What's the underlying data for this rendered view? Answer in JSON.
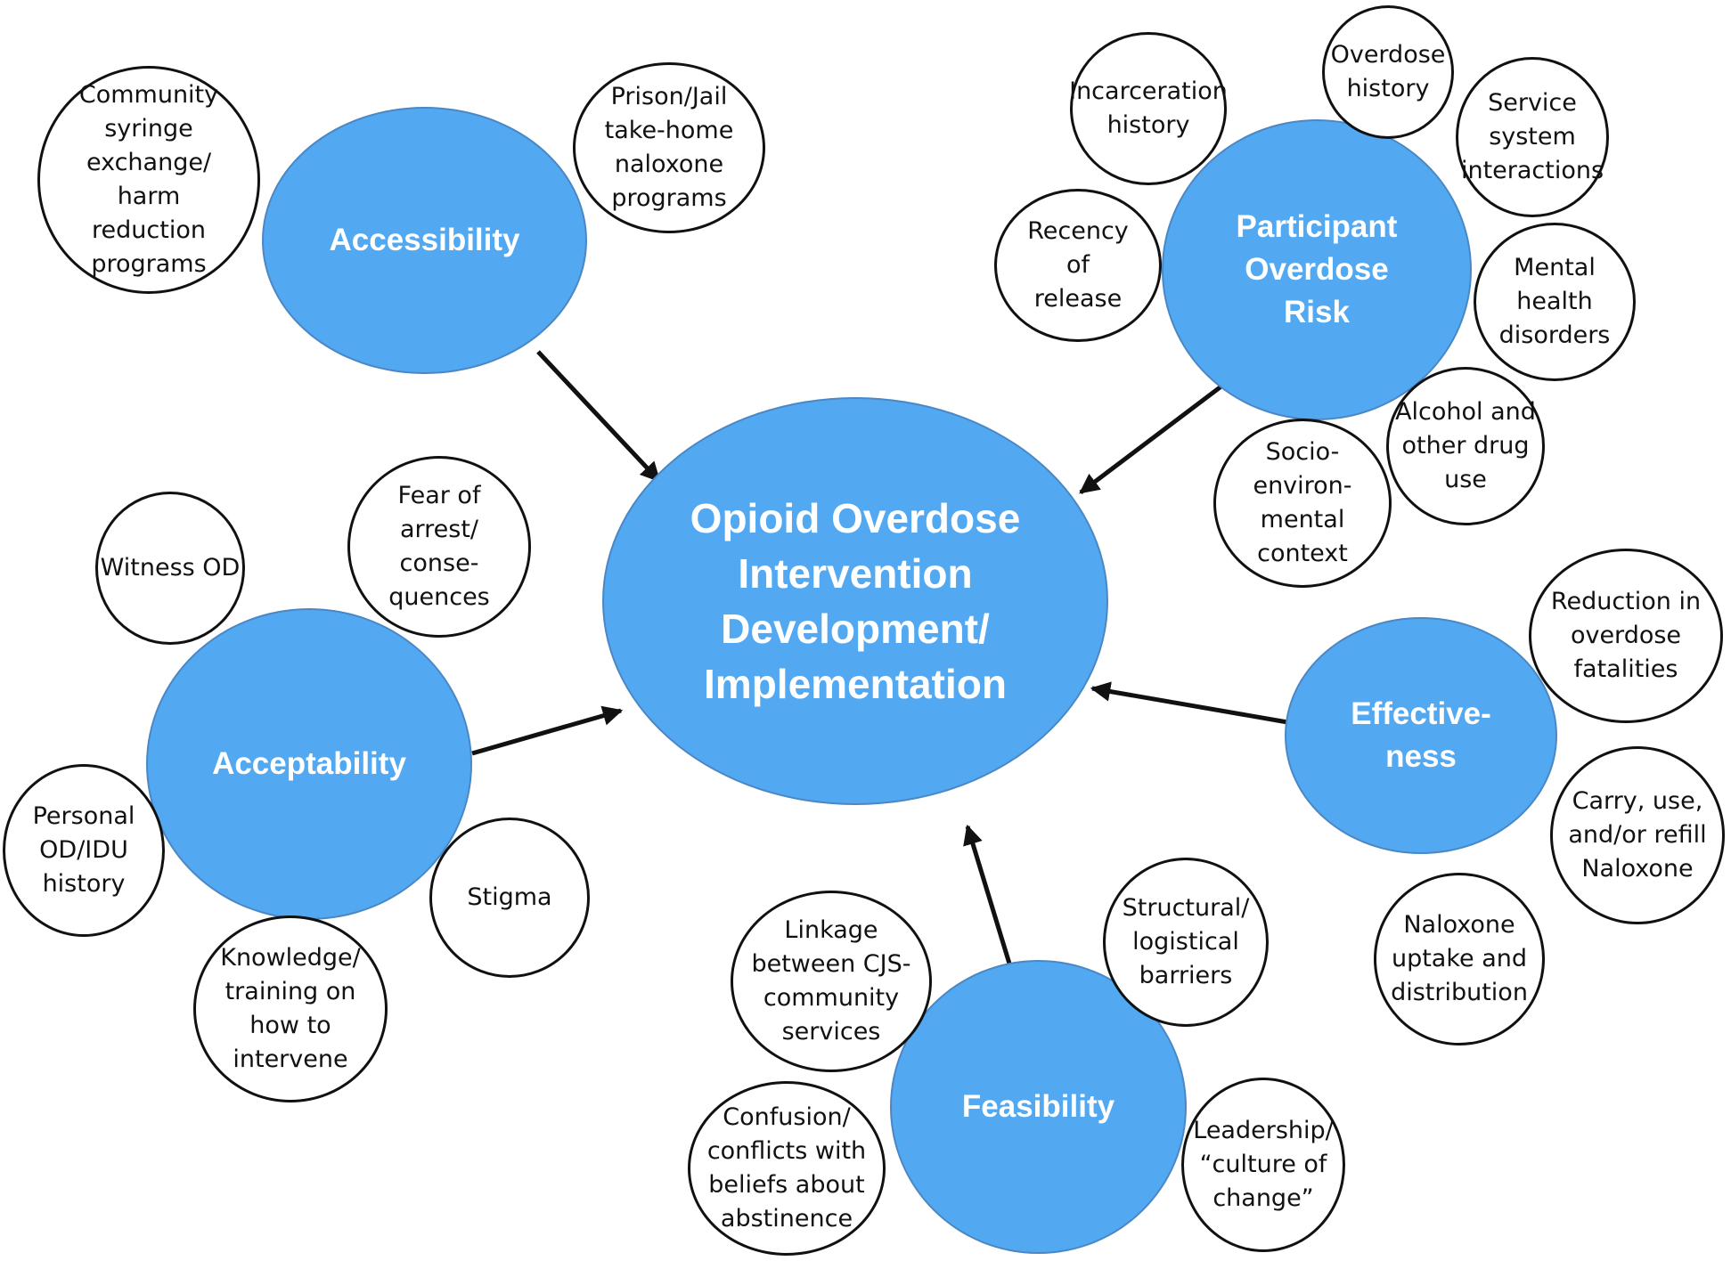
{
  "diagram": {
    "center": {
      "label": "Opioid Overdose\nIntervention\nDevelopment/\nImplementation"
    },
    "categories": {
      "accessibility": {
        "label": "Accessibility"
      },
      "participant_risk": {
        "label": "Participant\nOverdose\nRisk"
      },
      "acceptability": {
        "label": "Acceptability"
      },
      "effectiveness": {
        "label": "Effective-\nness"
      },
      "feasibility": {
        "label": "Feasibility"
      }
    },
    "factors": {
      "community_syringe": "Community\nsyringe\nexchange/\nharm\nreduction\nprograms",
      "prison_jail": "Prison/Jail\ntake-home\nnaloxone\nprograms",
      "incarceration_history": "Incarceration\nhistory",
      "overdose_history": "Overdose\nhistory",
      "service_system": "Service\nsystem\ninteractions",
      "recency_release": "Recency\nof\nrelease",
      "mental_health": "Mental\nhealth\ndisorders",
      "alcohol_drug": "Alcohol and\nother drug\nuse",
      "socio_env": "Socio-\nenviron-\nmental\ncontext",
      "witness_od": "Witness OD",
      "fear_arrest": "Fear of\narrest/\nconse-\nquences",
      "personal_od": "Personal\nOD/IDU\nhistory",
      "stigma": "Stigma",
      "knowledge_training": "Knowledge/\ntraining on\nhow to\nintervene",
      "reduction_fatalities": "Reduction in\noverdose\nfatalities",
      "carry_naloxone": "Carry, use,\nand/or refill\nNaloxone",
      "naloxone_uptake": "Naloxone\nuptake and\ndistribution",
      "linkage": "Linkage\nbetween CJS-\ncommunity\nservices",
      "structural": "Structural/\nlogistical\nbarriers",
      "confusion": "Confusion/\nconflicts with\nbeliefs about\nabstinence",
      "leadership": "Leadership/\n“culture of\nchange”"
    }
  },
  "colors": {
    "node_fill": "#52a9f1",
    "node_border": "#4a87c4",
    "node_text": "#ffffff",
    "factor_border": "#111111",
    "arrow": "#111111"
  }
}
